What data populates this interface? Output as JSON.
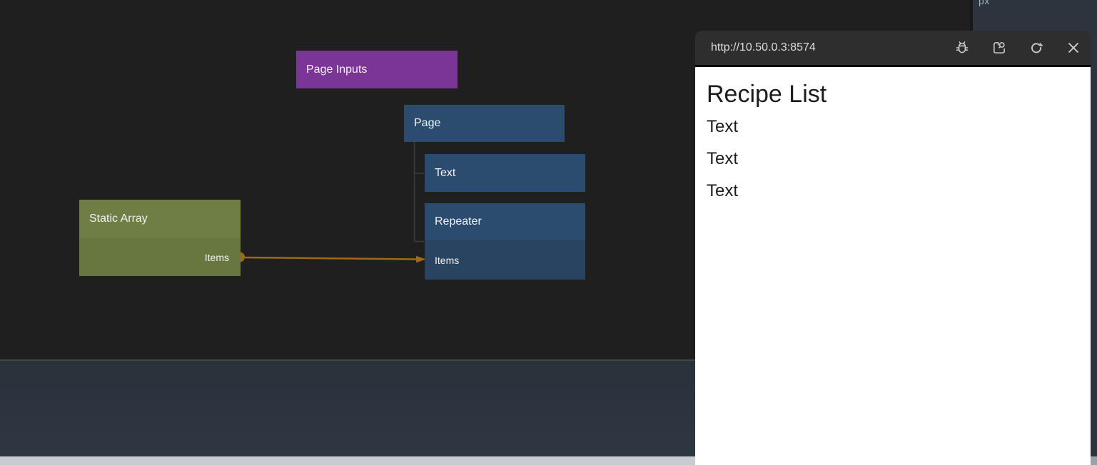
{
  "canvas": {
    "background_color": "#1f1f1f",
    "nodes": {
      "page_inputs": {
        "label": "Page Inputs",
        "color": "#7b3596"
      },
      "page": {
        "label": "Page",
        "color": "#2b4c6e"
      },
      "text": {
        "label": "Text",
        "color": "#2b4c6e"
      },
      "repeater": {
        "label": "Repeater",
        "sub_label": "Items",
        "title_color": "#2b4c6e",
        "row_color": "#284460"
      },
      "static_array": {
        "label": "Static Array",
        "sub_label": "Items",
        "title_color": "#6f7e45",
        "row_color": "#68773f"
      }
    },
    "connection": {
      "color": "#a06a15",
      "tree_line_color": "#3d3d3d"
    }
  },
  "preview_window": {
    "address_bar": {
      "url": "http://10.50.0.3:8574"
    },
    "toolbar_icons": [
      {
        "name": "debug-icon"
      },
      {
        "name": "inspect-preview-icon"
      },
      {
        "name": "refresh-icon"
      },
      {
        "name": "close-icon"
      }
    ],
    "page_content": {
      "heading": "Recipe List",
      "items": [
        "Text",
        "Text",
        "Text"
      ]
    }
  },
  "right_panel": {
    "clipped_text": "px"
  }
}
